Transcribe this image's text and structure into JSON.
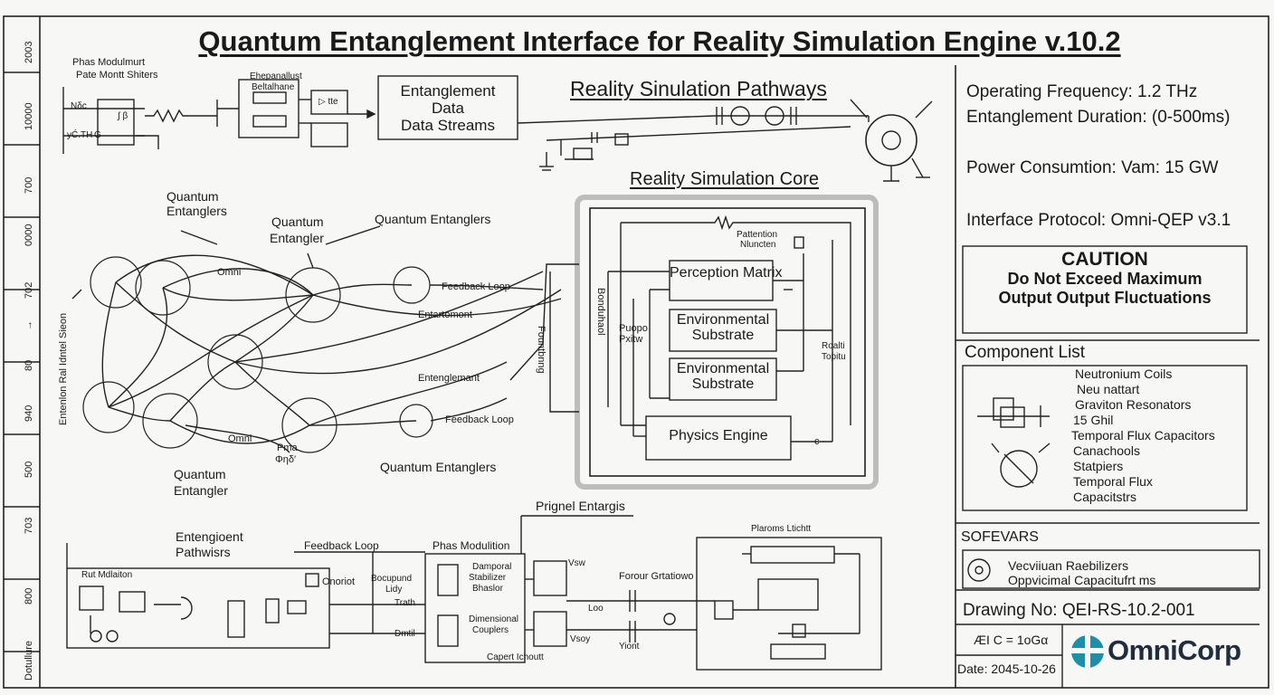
{
  "title": "Quantum Entanglement Interface for Reality Simulation Engine v.10.2",
  "left_margin_marks": [
    "2003",
    "10000",
    "700",
    "0000",
    "702",
    "→",
    "80",
    "940",
    "500",
    "703",
    "800",
    "Dotullure"
  ],
  "phase_module": {
    "title_line1": "Phas Modulmurt",
    "title_line2": "Pate Montt Shiters",
    "labels": [
      "Nδc",
      "yĆ.TH",
      "G",
      "∫ β"
    ],
    "circuit_label_line1": "Ehepanallust",
    "circuit_label_line2": "Beltalhane",
    "switch_label": "▷ tte"
  },
  "data_stream_box": {
    "line1": "Entanglement",
    "line2": "Data",
    "line3": "Data Streams"
  },
  "pathways_title": "Reality Sinulation Pathways",
  "core": {
    "title": "Reality Simulation Core",
    "pattern_label_line1": "Pattention",
    "pattern_label_line2": "Nluncten",
    "perception": "Perception Matrix",
    "env1": "Environmental Substrate",
    "env2": "Environmental Substrate",
    "physics": "Physics Engine",
    "left_vert1": "Bonduhaol",
    "left_vert2": "Fountbnng",
    "proper_line1": "Puopo",
    "proper_line2": "Pxitw",
    "right_line1": "Roalti",
    "right_line2": "Topitu",
    "e_mark": "c"
  },
  "network": {
    "label_qe1_line1": "Quantum",
    "label_qe1_line2": "Entanglers",
    "label_qe2_line1": "Quantum",
    "label_qe2_line2": "Entangler",
    "label_qe3": "Quantum Entanglers",
    "label_qe4_line1": "Quantum",
    "label_qe4_line2": "Entangler",
    "label_qe5": "Quantum Entanglers",
    "feedback1": "Feedback Loop",
    "feedback2": "Feedback Loop",
    "omni1": "Omni",
    "omni2": "Omni",
    "ent1": "Entartomont",
    "ent2": "Entenglemant",
    "side_label": "Entenlon Ral Idntel Sieon",
    "small1": "Pma",
    "small2": "Φηδ′"
  },
  "bottom": {
    "pathways_line1": "Entengioent",
    "pathways_line2": "Pathwisrs",
    "feedback": "Feedback Loop",
    "phase_mod": "Phas Modulition",
    "prignel": "Prignel Entargis",
    "run_label": "Rut Mdlaiton",
    "onoriot": "Onoriot",
    "bocupund_line1": "Bocupund",
    "bocupund_line2": "Lidy",
    "trath": "Trath",
    "dmtil": "Dmtil",
    "damporal_line1": "Damporal",
    "damporal_line2": "Stabilizer",
    "damporal_line3": "Bhaslor",
    "dimensional_line1": "Dimensional",
    "dimensional_line2": "Couplers",
    "vsw": "Vsw",
    "vsy": "Vsoy",
    "capert": "Capert Ichoutt",
    "forour": "Forour Grtatiowo",
    "loo": "Loo",
    "yiont": "Yiont",
    "plaroms": "Plaroms Ltichtt"
  },
  "specs": {
    "frequency": "Operating Frequency: 1.2 THz",
    "duration": "Entanglement Duration: (0-500ms)",
    "power": "Power Consumtion: Vam: 15 GW",
    "protocol": "Interface Protocol: Omni-QEP v3.1"
  },
  "caution": {
    "title": "CAUTION",
    "line1": "Do Not Exceed Maximum",
    "line2": "Output Output Fluctuations"
  },
  "components": {
    "title": "Component List",
    "items": [
      "Neutronium Coils",
      "Neu nattart",
      "Graviton Resonators",
      "15 Ghil",
      "Temporal Flux Capacitors",
      "Canachools",
      "Statpiers",
      "Temporal Flux",
      "Capacitstrs"
    ]
  },
  "software": {
    "title": "SOFEVARS",
    "line1": "Vecviiuan Raebilizers",
    "line2": "Oppvicimal Capacitufrt ms"
  },
  "drawing_no": "Drawing No: QEI-RS-10.2-001",
  "scale": "ÆI C = 1oGα",
  "date": "Date: 2045-10-26",
  "brand": {
    "name": "OmniCorp",
    "color": "#1e8fa8",
    "text_color": "#1f2d3d"
  }
}
